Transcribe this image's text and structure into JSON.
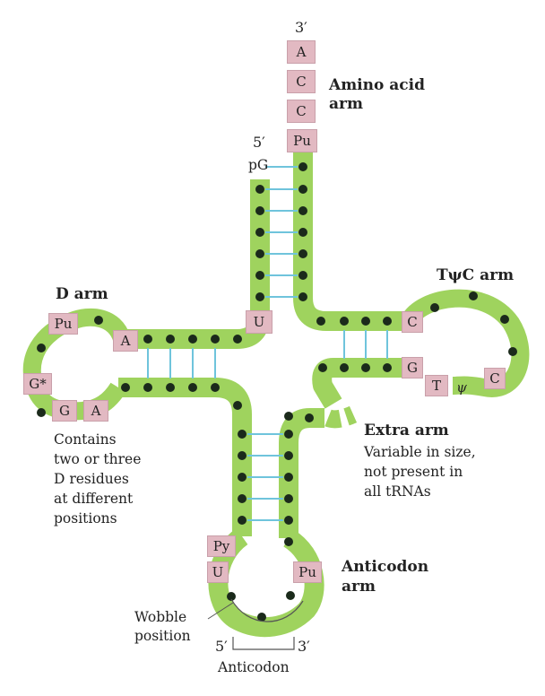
{
  "acceptor": {
    "three_prime": "3′",
    "bases": [
      "A",
      "C",
      "C",
      "Pu"
    ],
    "five_prime": "5′",
    "pG": "pG",
    "title_line1": "Amino acid",
    "title_line2": "arm"
  },
  "d_arm": {
    "title": "D arm",
    "bases": {
      "pu": "Pu",
      "a": "A",
      "g_star": "G*",
      "g": "G",
      "a2": "A"
    },
    "note": [
      "Contains",
      "two or three",
      "D residues",
      "at different",
      "positions"
    ]
  },
  "u_base": "U",
  "tpsic_arm": {
    "title": "TψC arm",
    "bases": {
      "c1": "C",
      "g": "G",
      "t": "T",
      "psi": "ψ",
      "c2": "C"
    }
  },
  "extra_arm": {
    "title": "Extra arm",
    "note": [
      "Variable in size,",
      "not present in",
      "all tRNAs"
    ]
  },
  "anticodon_arm": {
    "title_line1": "Anticodon",
    "title_line2": "arm",
    "bases": {
      "py": "Py",
      "u": "U",
      "pu": "Pu"
    },
    "wobble_line1": "Wobble",
    "wobble_line2": "position",
    "five_prime": "5′",
    "three_prime": "3′",
    "anticodon_label": "Anticodon"
  },
  "colors": {
    "backbone": "#9fd35e",
    "residue": "#1b2a1b",
    "pairing": "#6fc4dc",
    "base_box": "#e2b9c2"
  }
}
